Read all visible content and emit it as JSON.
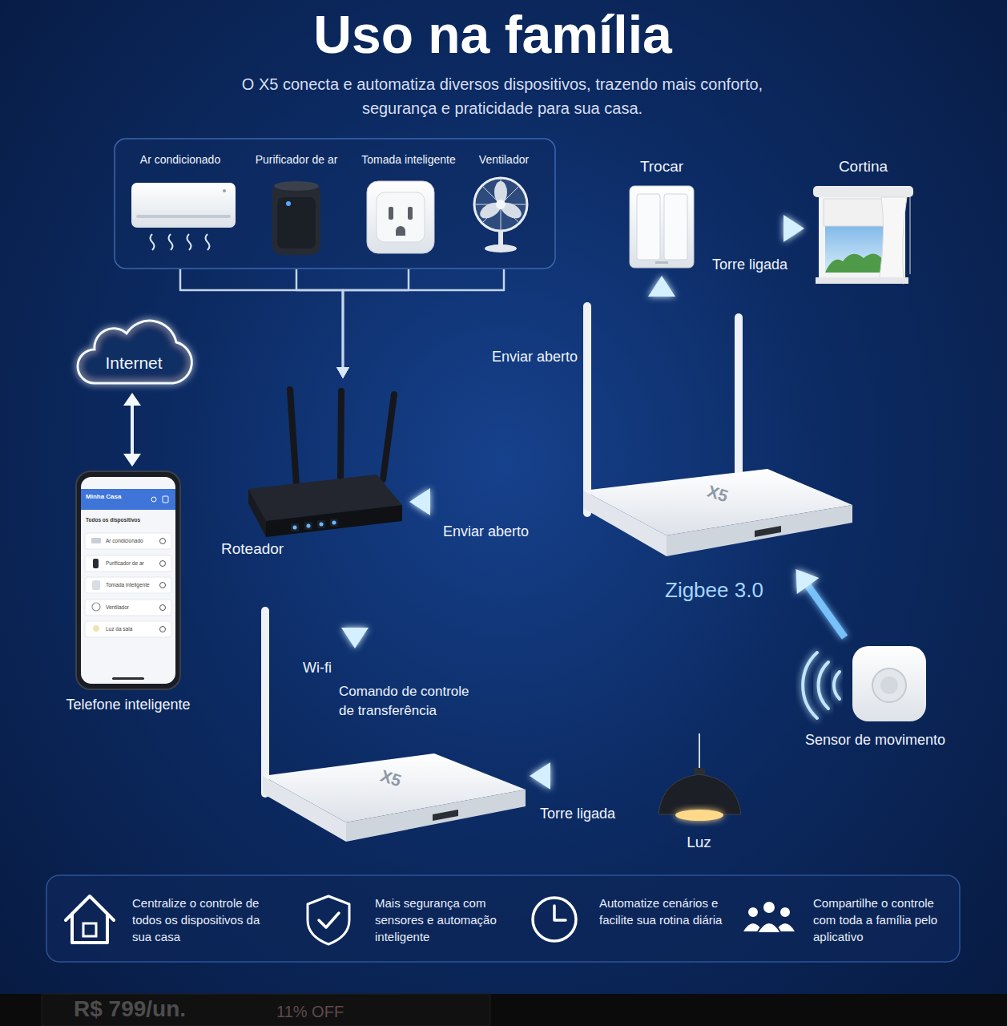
{
  "diagram": {
    "title": "Uso na família",
    "caption": "O X5 conecta e automatiza diversos dispositivos, trazendo mais conforto, segurança e praticidade para sua casa.",
    "nodes": [
      {
        "text": [
          "Ar condicionado"
        ]
      },
      {
        "text": [
          "Purificador de ar"
        ]
      },
      {
        "text": [
          "Tomada inteligente"
        ]
      },
      {
        "text": [
          "Ventilador"
        ]
      },
      {
        "text": [
          "Trocar"
        ]
      },
      {
        "text": [
          "Cortina"
        ]
      },
      {
        "text": [
          "Internet"
        ]
      },
      {
        "text": [
          "Roteador"
        ]
      },
      {
        "text": [
          "X5",
          "Zigbee 3.0"
        ]
      },
      {
        "text": [
          "Telefone inteligente",
          "Minha Casa",
          "Todos os dispositivos",
          "Ar condicionado",
          "Purificador de ar",
          "Tomada inteligente",
          "Ventilador",
          "Luz da sala"
        ]
      },
      {
        "text": [
          "X5"
        ]
      },
      {
        "text": [
          "Sensor de movimento"
        ]
      },
      {
        "text": [
          "Luz"
        ]
      }
    ],
    "edges": [
      {
        "from": 0,
        "to": 7,
        "arrow": "to"
      },
      {
        "from": 1,
        "to": 7,
        "arrow": "to"
      },
      {
        "from": 2,
        "to": 7,
        "arrow": "to"
      },
      {
        "from": 3,
        "to": 7,
        "arrow": "to"
      },
      {
        "from": 6,
        "to": 9,
        "arrow": "both"
      },
      {
        "from": 8,
        "to": 4,
        "label": "Enviar aberto",
        "arrow": "to"
      },
      {
        "from": 4,
        "to": 5,
        "label": "Torre ligada",
        "arrow": "to"
      },
      {
        "from": 8,
        "to": 7,
        "label": "Enviar aberto",
        "arrow": "to"
      },
      {
        "from": 7,
        "to": 10,
        "label": "Wi-fi",
        "arrow": "to"
      },
      {
        "from": 11,
        "to": 8,
        "arrow": "to"
      },
      {
        "from": 12,
        "to": 10,
        "label": "Torre ligada",
        "arrow": "to"
      }
    ],
    "labels": [
      "Comando de controle de transferência",
      "Centralize o controle de todos os dispositivos da sua casa",
      "Mais segurança com sensores e automação inteligente",
      "Automatize cenários e facilite sua rotina diária",
      "Compartilhe o controle com toda a família pelo aplicativo",
      "R$ 799/un.",
      "11% OFF"
    ]
  }
}
